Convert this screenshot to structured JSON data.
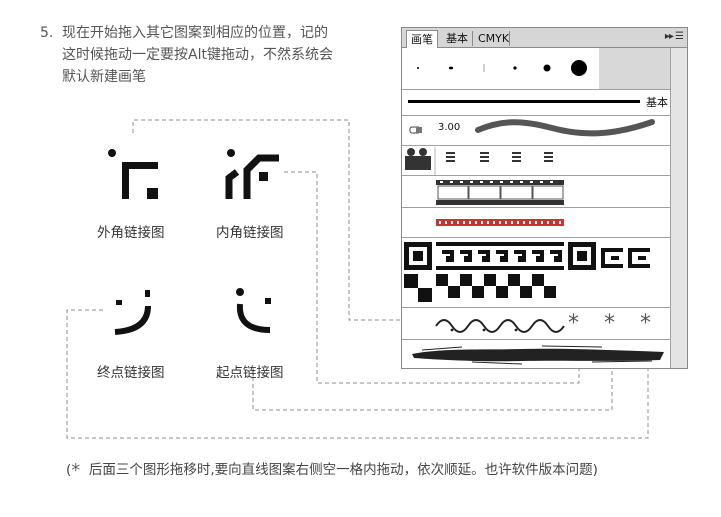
{
  "instruction": {
    "number": "5.",
    "lines": [
      "现在开始拖入其它图案到相应的位置，记的",
      "这时候拖动一定要按Alt键拖动，不然系统会",
      "默认新建画笔"
    ]
  },
  "swatches": [
    {
      "label": "外角链接图",
      "icon": "outer-corner-tile"
    },
    {
      "label": "内角链接图",
      "icon": "inner-corner-tile"
    },
    {
      "label": "终点链接图",
      "icon": "end-tile"
    },
    {
      "label": "起点链接图",
      "icon": "start-tile"
    }
  ],
  "panel": {
    "tabs": [
      "画笔",
      "基本",
      "CMYK"
    ],
    "menu_glyph": "▸▸ ☰",
    "brush_line_label": "基本",
    "brush_size_label": "3.00"
  },
  "note": {
    "asterisk": "*",
    "text": "后面三个图形拖移时,要向直线图案右侧空一格内拖动，依次顺延。也许软件版本问题)",
    "open_paren": "("
  },
  "colors": {
    "text": "#555555",
    "panel_border": "#8a8a8a",
    "dash": "#8c8c8c",
    "red_pattern": "#c83232"
  }
}
